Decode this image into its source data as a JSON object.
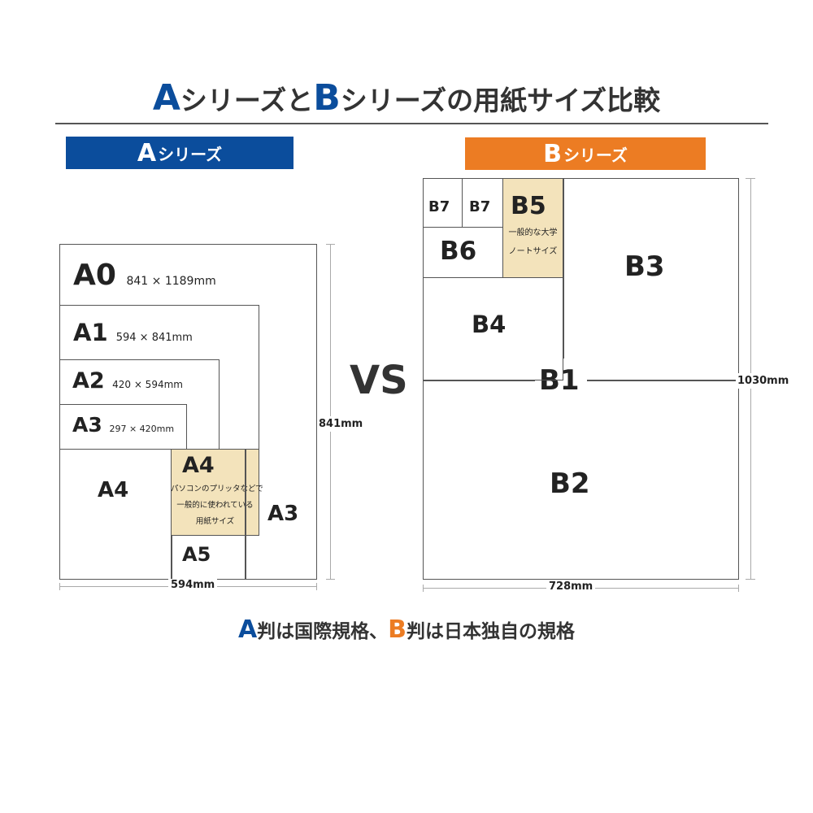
{
  "title": {
    "a_letter": "A",
    "part1": "シリーズと",
    "b_letter": "B",
    "part2": "シリーズの用紙サイズ比較"
  },
  "colors": {
    "a_blue": "#0b4d9c",
    "b_orange": "#ec7c23",
    "highlight": "#f3e3bb",
    "line": "#555555"
  },
  "a_series": {
    "header_letter": "A",
    "header_text": "シリーズ",
    "boxes": [
      {
        "name": "A0",
        "size": "841 × 1189mm"
      },
      {
        "name": "A1",
        "size": "594 × 841mm"
      },
      {
        "name": "A2",
        "size": "420 × 594mm"
      },
      {
        "name": "A3",
        "size": "297 × 420mm"
      },
      {
        "name": "A4"
      },
      {
        "name": "A4",
        "note_lines": [
          "パソコンのプリッタなどで",
          "一般的に使われている",
          "用紙サイズ"
        ]
      },
      {
        "name": "A5"
      },
      {
        "name": "A3"
      }
    ],
    "width_label": "594mm",
    "height_label": "841mm"
  },
  "vs_label": "VS",
  "b_series": {
    "header_letter": "B",
    "header_text": "シリーズ",
    "boxes": [
      {
        "name": "B7"
      },
      {
        "name": "B7"
      },
      {
        "name": "B5",
        "note_lines": [
          "一般的な大学",
          "ノートサイズ"
        ]
      },
      {
        "name": "B6"
      },
      {
        "name": "B3"
      },
      {
        "name": "B4"
      },
      {
        "name": "B1"
      },
      {
        "name": "B2"
      }
    ],
    "width_label": "728mm",
    "height_label": "1030mm"
  },
  "footer": {
    "a_letter": "A",
    "part1": "判は国際規格、",
    "b_letter": "B",
    "part2": "判は日本独自の規格"
  }
}
